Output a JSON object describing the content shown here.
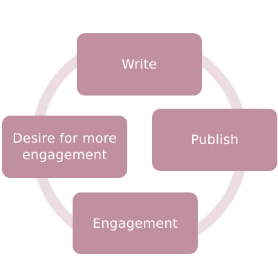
{
  "colors": {
    "node_fill": "#c08fa0",
    "node_text": "#ffffff",
    "cycle_arrow": "#ecdde2",
    "background": "#ffffff"
  },
  "cycle": {
    "direction": "clockwise",
    "nodes": [
      {
        "label": "Write"
      },
      {
        "label": "Publish"
      },
      {
        "label": "Engagement"
      },
      {
        "label": "Desire for more engagement"
      }
    ]
  }
}
